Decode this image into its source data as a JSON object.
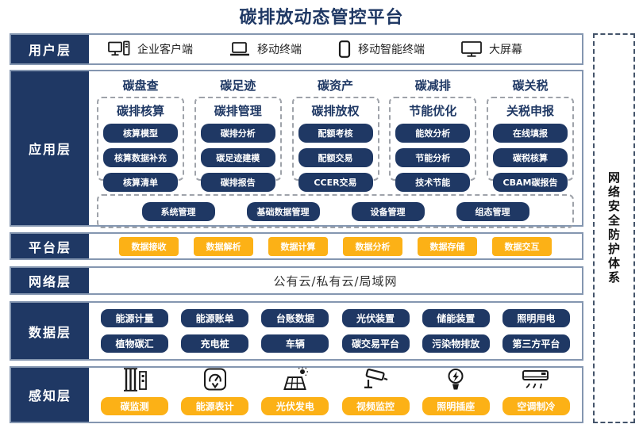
{
  "title": "碳排放动态管控平台",
  "colors": {
    "navy": "#1F3864",
    "yellow": "#FCB116",
    "band_border": "#8496B0",
    "dashed_gray": "#9FA3AA",
    "side_dash": "#44546A"
  },
  "side_panel": {
    "label": "网络安全防护体系"
  },
  "layers": {
    "user": {
      "label": "用户层",
      "items": [
        {
          "icon": "desktop-pc-icon",
          "label": "企业客户端"
        },
        {
          "icon": "laptop-icon",
          "label": "移动终端"
        },
        {
          "icon": "smartphone-icon",
          "label": "移动智能终端"
        },
        {
          "icon": "large-screen-icon",
          "label": "大屏幕"
        }
      ]
    },
    "app": {
      "label": "应用层",
      "columns": [
        {
          "header": "碳盘查",
          "subtitle": "碳排核算",
          "items": [
            "核算模型",
            "核算数据补充",
            "核算清单"
          ]
        },
        {
          "header": "碳足迹",
          "subtitle": "碳排管理",
          "items": [
            "碳排分析",
            "碳足迹建模",
            "碳排报告"
          ]
        },
        {
          "header": "碳资产",
          "subtitle": "碳排放权",
          "items": [
            "配额考核",
            "配额交易",
            "CCER交易"
          ]
        },
        {
          "header": "碳减排",
          "subtitle": "节能优化",
          "items": [
            "能效分析",
            "节能分析",
            "技术节能"
          ]
        },
        {
          "header": "碳关税",
          "subtitle": "关税申报",
          "items": [
            "在线填报",
            "碳税核算",
            "CBAM碳报告"
          ]
        }
      ],
      "common": [
        "系统管理",
        "基础数据管理",
        "设备管理",
        "组态管理"
      ]
    },
    "platform": {
      "label": "平台层",
      "items": [
        "数据接收",
        "数据解析",
        "数据计算",
        "数据分析",
        "数据存储",
        "数据交互"
      ]
    },
    "network": {
      "label": "网络层",
      "text": "公有云/私有云/局域网"
    },
    "data": {
      "label": "数据层",
      "rows": [
        [
          "能源计量",
          "能源账单",
          "台账数据",
          "光伏装置",
          "储能装置",
          "照明用电"
        ],
        [
          "植物碳汇",
          "充电桩",
          "车辆",
          "碳交易平台",
          "污染物排放",
          "第三方平台"
        ]
      ]
    },
    "sense": {
      "label": "感知层",
      "items": [
        {
          "icon": "carbon-monitor-icon",
          "label": "碳监测"
        },
        {
          "icon": "energy-meter-icon",
          "label": "能源表计"
        },
        {
          "icon": "solar-power-icon",
          "label": "光伏发电"
        },
        {
          "icon": "video-surveillance-icon",
          "label": "视频监控"
        },
        {
          "icon": "lighting-socket-icon",
          "label": "照明插座"
        },
        {
          "icon": "air-conditioning-icon",
          "label": "空调制冷"
        }
      ]
    }
  }
}
